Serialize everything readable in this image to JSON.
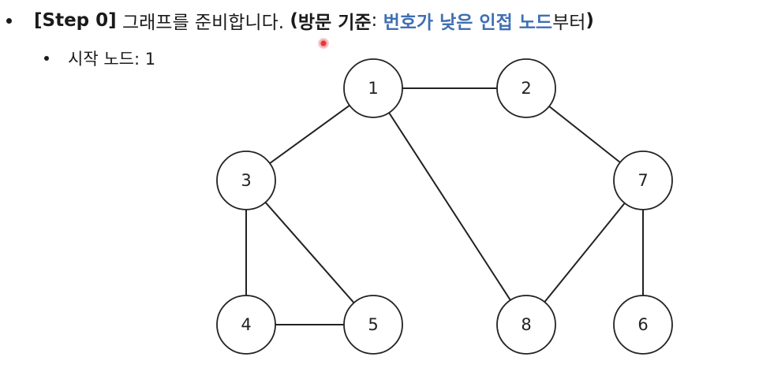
{
  "header": {
    "step_tag": "[Step 0]",
    "step_text": "그래프를 준비합니다.",
    "paren_open": "(",
    "criterion_label": "방문 기준",
    "colon": ":",
    "criterion_value": "번호가 낮은 인접 노드",
    "criterion_suffix": "부터",
    "paren_close": ")"
  },
  "sub_bullet": {
    "text": "시작 노드: 1"
  },
  "colors": {
    "accent": "#3f6fb3",
    "text": "#1a1a1a",
    "cursor": "#e23a3a"
  },
  "graph": {
    "nodes": [
      {
        "id": "1",
        "label": "1"
      },
      {
        "id": "2",
        "label": "2"
      },
      {
        "id": "3",
        "label": "3"
      },
      {
        "id": "7",
        "label": "7"
      },
      {
        "id": "4",
        "label": "4"
      },
      {
        "id": "5",
        "label": "5"
      },
      {
        "id": "8",
        "label": "8"
      },
      {
        "id": "6",
        "label": "6"
      }
    ],
    "edges": [
      [
        "1",
        "2"
      ],
      [
        "1",
        "3"
      ],
      [
        "1",
        "8"
      ],
      [
        "2",
        "7"
      ],
      [
        "3",
        "4"
      ],
      [
        "3",
        "5"
      ],
      [
        "4",
        "5"
      ],
      [
        "7",
        "8"
      ],
      [
        "7",
        "6"
      ]
    ]
  }
}
